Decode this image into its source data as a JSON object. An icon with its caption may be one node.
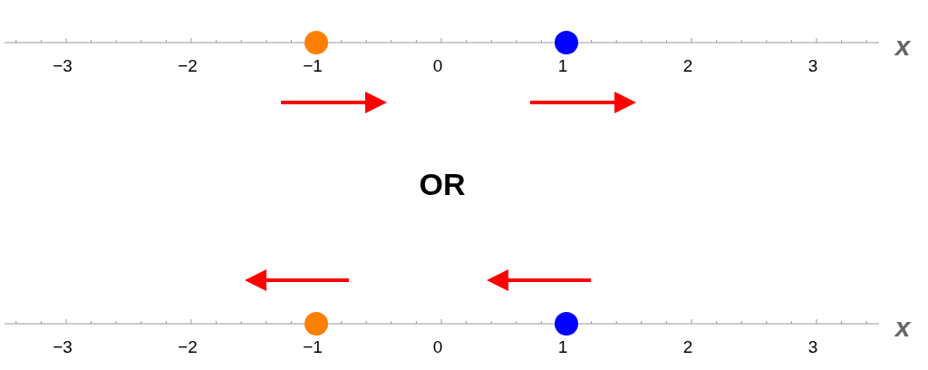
{
  "diagram": {
    "labels": [
      "−3",
      "−2",
      "−1",
      "0",
      "1",
      "2",
      "3",
      "x",
      "OR",
      "−3",
      "−2",
      "−1",
      "0",
      "1",
      "2",
      "3",
      "x"
    ]
  }
}
